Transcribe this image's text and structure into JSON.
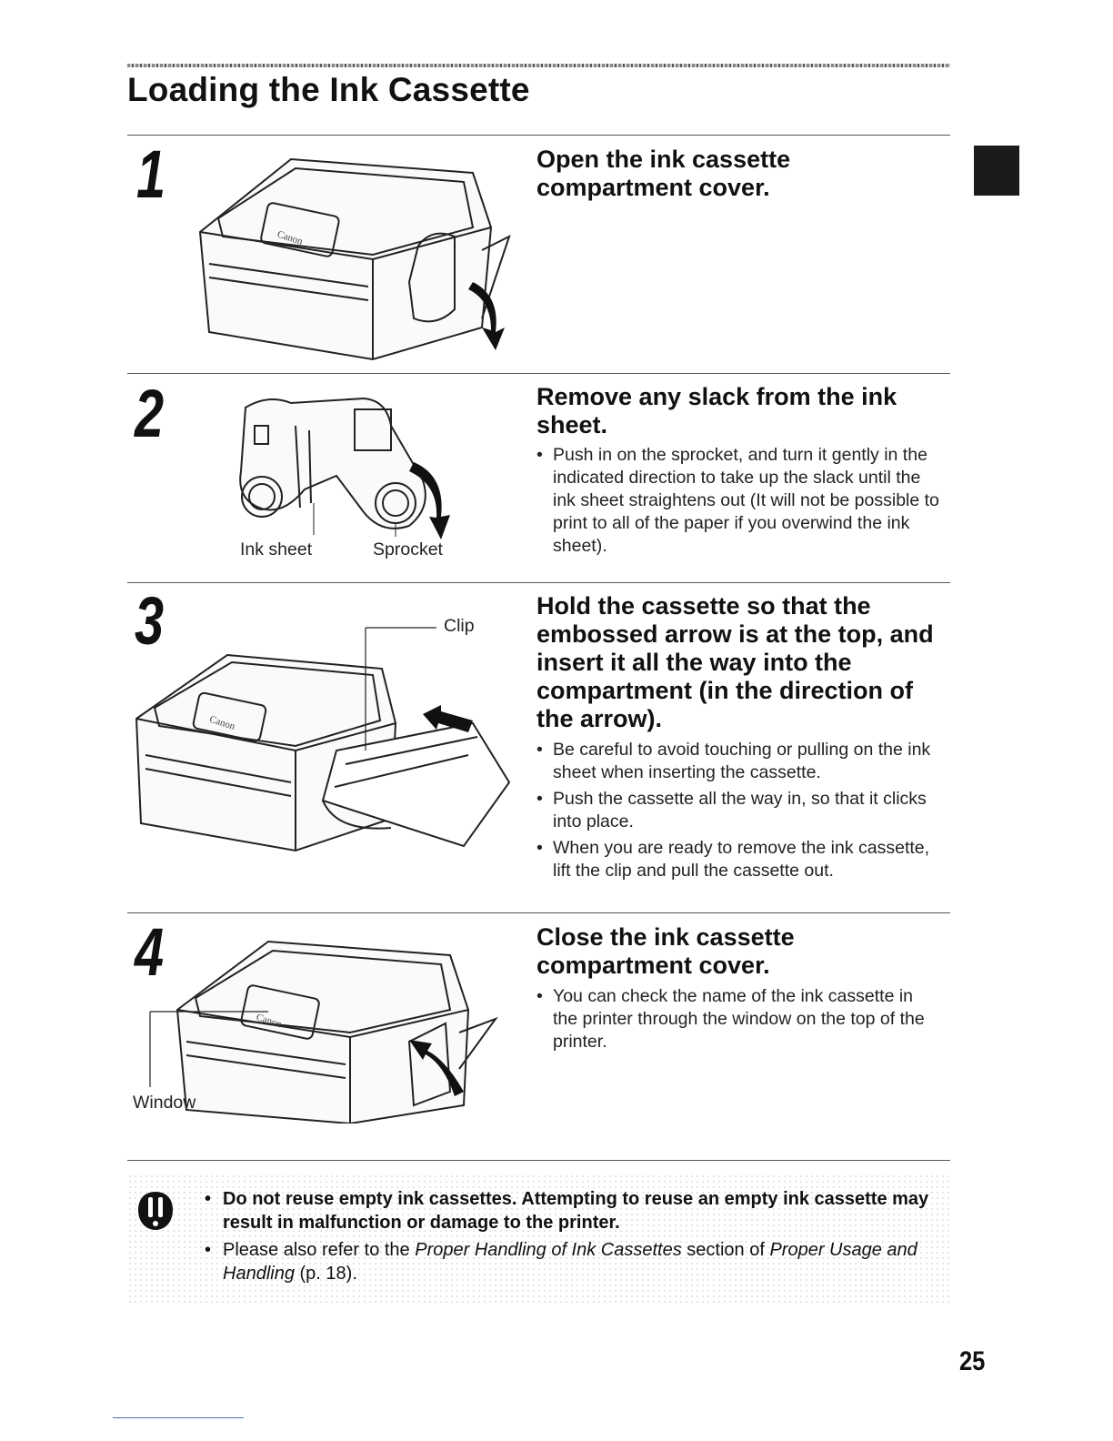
{
  "page": {
    "title": "Loading the Ink Cassette",
    "page_number": "25"
  },
  "steps": [
    {
      "number": "1",
      "heading": "Open the ink cassette compartment cover.",
      "bullets": []
    },
    {
      "number": "2",
      "heading": "Remove any slack from the ink sheet.",
      "bullets": [
        "Push in on the sprocket, and turn it gently in the indicated direction to take up the slack until the ink sheet straightens out (It will not be possible to print to all of the paper if you overwind the ink sheet)."
      ],
      "callouts": {
        "ink_sheet": "Ink sheet",
        "sprocket": "Sprocket"
      }
    },
    {
      "number": "3",
      "heading": "Hold the cassette so that the embossed arrow is at the top, and insert it all the way into the compartment (in the direction of the arrow).",
      "bullets": [
        "Be careful to avoid touching or pulling on the ink sheet when inserting the cassette.",
        "Push the cassette all the way in, so that it clicks into place.",
        "When you are ready to remove the ink cassette, lift the clip and pull the cassette out."
      ],
      "callouts": {
        "clip": "Clip"
      }
    },
    {
      "number": "4",
      "heading": "Close the ink cassette compartment cover.",
      "bullets": [
        "You can check the name of the ink cassette in the printer through the window on the top of the printer."
      ],
      "callouts": {
        "window": "Window"
      }
    }
  ],
  "note": {
    "icon": "caution-icon",
    "bold_text": "Do not reuse empty ink cassettes. Attempting to reuse an empty ink cassette may result in malfunction or damage to the printer.",
    "ref_prefix": "Please also refer to the ",
    "ref_italic_1": "Proper Handling of Ink Cassettes",
    "ref_mid": " section of ",
    "ref_italic_2": "Proper Usage and Handling",
    "ref_suffix": " (p. 18)."
  }
}
